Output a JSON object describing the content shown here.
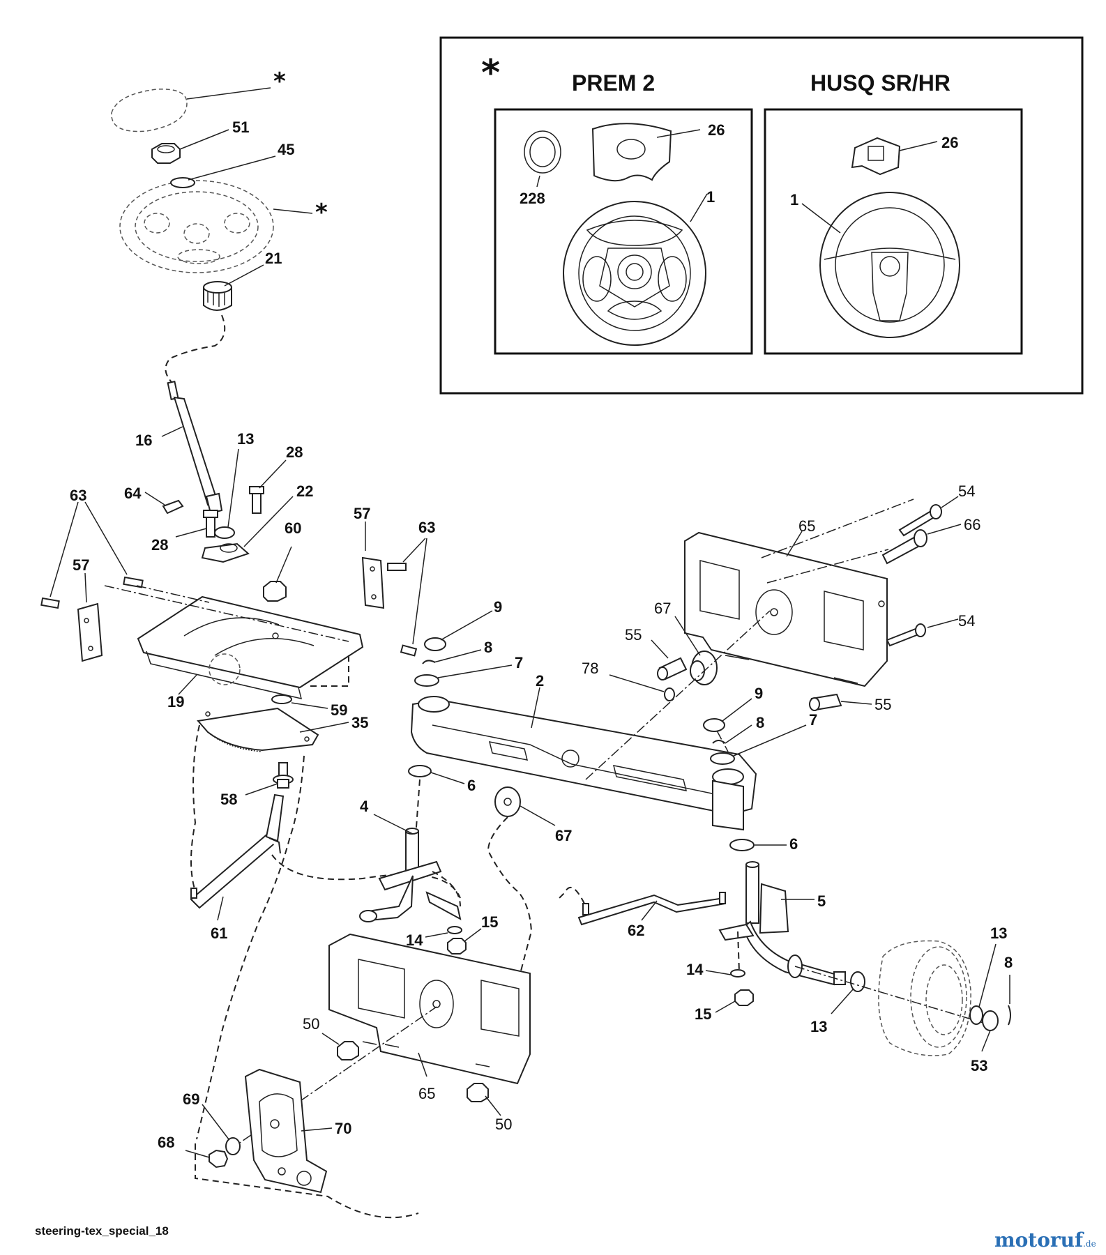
{
  "inset": {
    "star": "*",
    "left_title": "PREM 2",
    "right_title": "HUSQ SR/HR"
  },
  "labels": {
    "star_top": "*",
    "star_wheel": "*",
    "p51": "51",
    "p45": "45",
    "p21": "21",
    "p16": "16",
    "p13a": "13",
    "p28a": "28",
    "p28b": "28",
    "p22": "22",
    "p64": "64",
    "p63a": "63",
    "p57a": "57",
    "p60": "60",
    "p57b": "57",
    "p63b": "63",
    "p19": "19",
    "p59": "59",
    "p35": "35",
    "p58": "58",
    "p61": "61",
    "p9a": "9",
    "p8a": "8",
    "p7a": "7",
    "p2": "2",
    "p6a": "6",
    "p67a": "67",
    "p4": "4",
    "p14a": "14",
    "p15a": "15",
    "p50a": "50",
    "p65a": "65",
    "p50b": "50",
    "p69": "69",
    "p70": "70",
    "p68": "68",
    "p54a": "54",
    "p66": "66",
    "p65b": "65",
    "p67b": "67",
    "p55a": "55",
    "p78": "78",
    "p54b": "54",
    "p9b": "9",
    "p8b": "8",
    "p7b": "7",
    "p55b": "55",
    "p6b": "6",
    "p5": "5",
    "p62": "62",
    "p14b": "14",
    "p15b": "15",
    "p13b": "13",
    "p13c": "13",
    "p8c": "8",
    "p53": "53",
    "i26a": "26",
    "i228": "228",
    "i1a": "1",
    "i26b": "26",
    "i1b": "1"
  },
  "footer": {
    "diagram_id": "steering-tex_special_18"
  },
  "logo": {
    "text": "motoruf",
    "domain": ".de"
  }
}
